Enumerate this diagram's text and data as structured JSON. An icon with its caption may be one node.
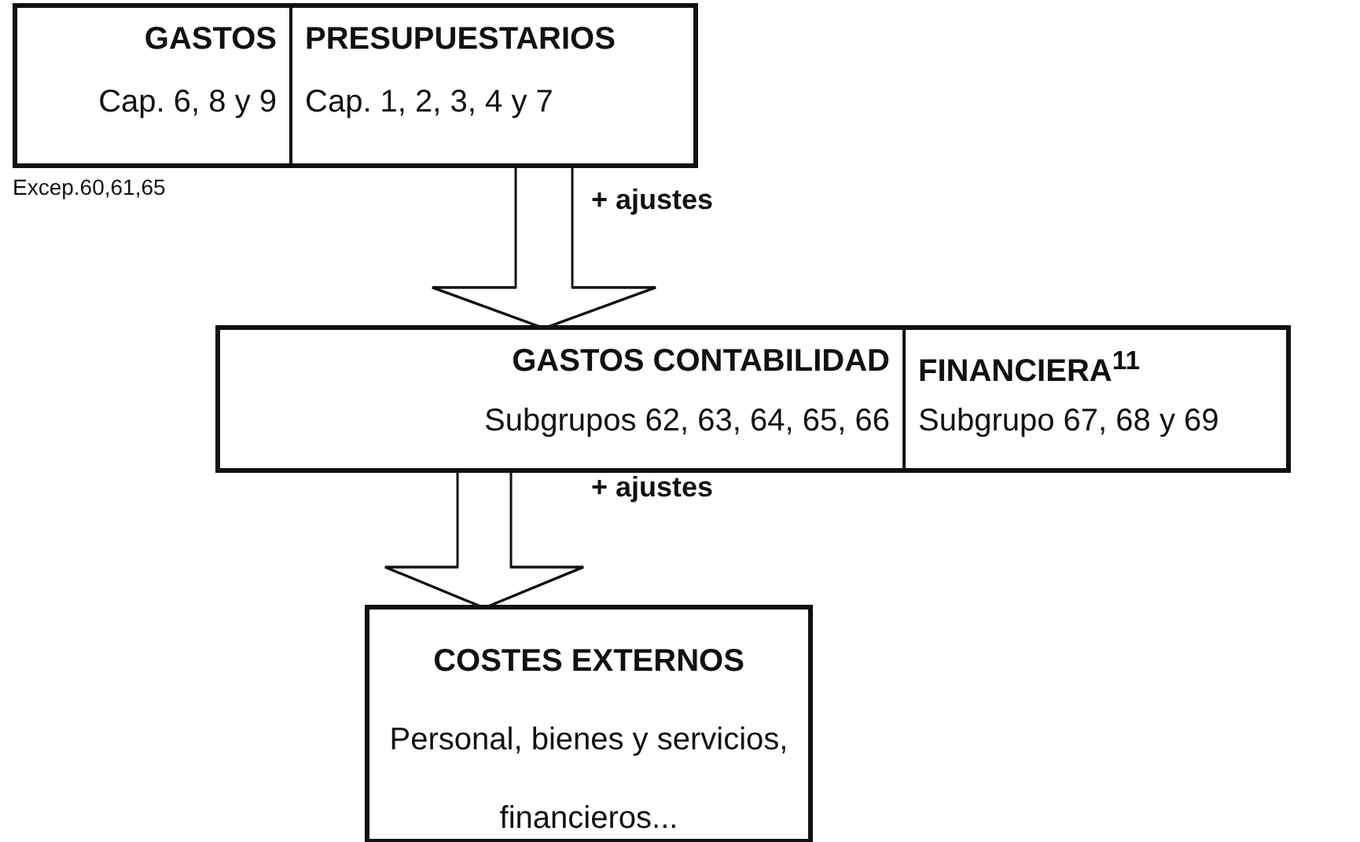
{
  "diagram": {
    "nodes": [
      {
        "text": [],
        "shape": "box"
      },
      {
        "text": [
          "GASTOS",
          "Cap. 6, 8 y 9"
        ],
        "in": 0,
        "beside": [
          "Excep.60,61,65"
        ]
      },
      {
        "text": [
          "PRESUPUESTARIOS",
          "Cap. 1, 2, 3, 4 y 7"
        ],
        "in": 0
      },
      {
        "text": [],
        "shape": "box"
      },
      {
        "text": [
          "GASTOS CONTABILIDAD",
          "Subgrupos 62, 63, 64, 65, 66"
        ],
        "in": 3
      },
      {
        "text": [
          "FINANCIERA$^{11}$",
          "Subgrupo 67, 68 y 69"
        ],
        "in": 3
      },
      {
        "text": [
          "COSTES EXTERNOS",
          "Personal, bienes y servicios, financieros..."
        ]
      }
    ],
    "edges": [
      {
        "from": 0,
        "to": 3,
        "arrow": "to"
      },
      {
        "from": 3,
        "to": 6,
        "arrow": "to"
      }
    ],
    "labels": [
      "+ ajustes",
      "+ ajustes"
    ]
  }
}
